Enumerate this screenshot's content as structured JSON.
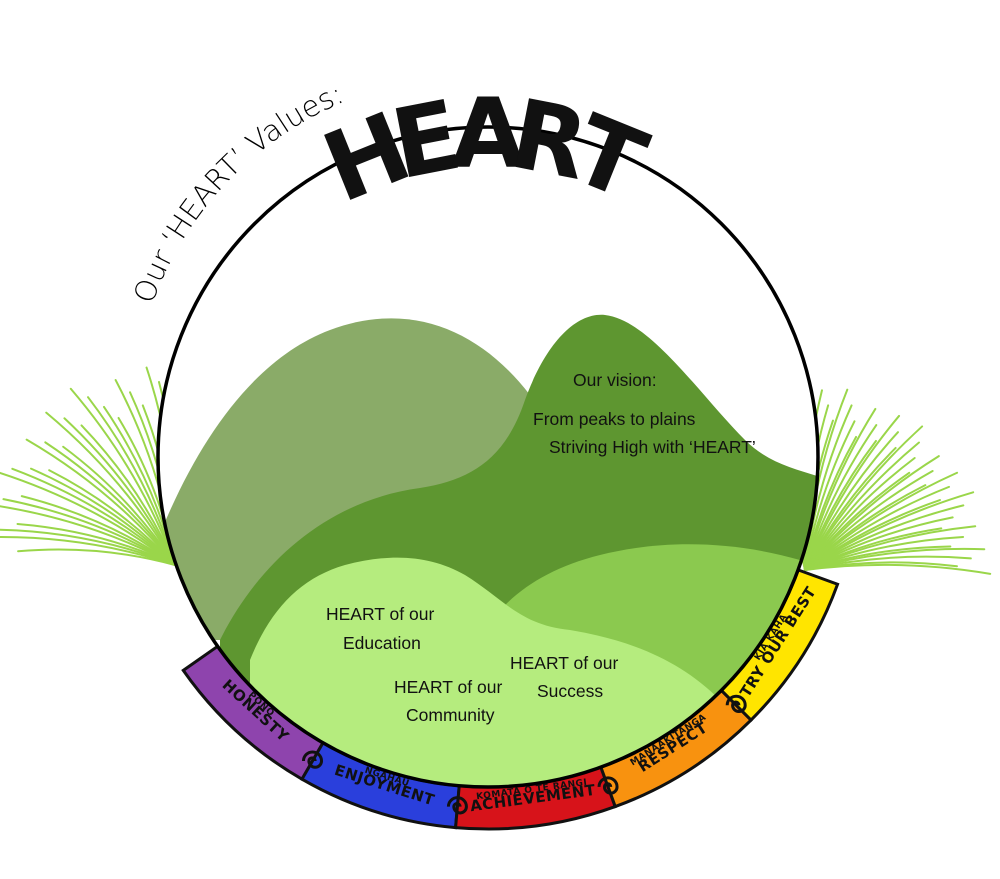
{
  "heading": "Our ‘HEART’ Values:",
  "title": "HEART",
  "vision": {
    "label": "Our vision:",
    "line1": "From peaks to plains",
    "line2": "Striving High with ‘HEART’"
  },
  "hills": {
    "education": [
      "HEART of our",
      "Education"
    ],
    "community": [
      "HEART of our",
      "Community"
    ],
    "success": [
      "HEART of our",
      "Success"
    ]
  },
  "values": [
    {
      "label": "HONESTY",
      "sub": "PONO",
      "color": "#8e44ad"
    },
    {
      "label": "ENJOYMENT",
      "sub": "NGAHAU",
      "color": "#2a3fdc"
    },
    {
      "label": "ACHIEVEMENT",
      "sub": "KOMATA O TE RANGI",
      "color": "#d7131a"
    },
    {
      "label": "RESPECT",
      "sub": "MANAAKITANGA",
      "color": "#f8920f"
    },
    {
      "label": "TRY OUR BEST",
      "sub": "KIA KAHA",
      "color": "#ffe500"
    }
  ],
  "colors": {
    "hill_back": "#8aab68",
    "hill_right": "#5e9630",
    "hill_front_right": "#8bc94f",
    "hill_front_left": "#b5ec7e",
    "fern": "#9ad64a"
  }
}
